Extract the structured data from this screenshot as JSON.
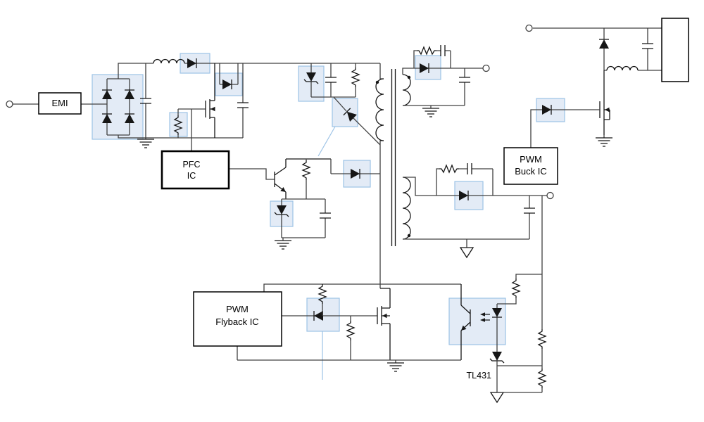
{
  "diagram": {
    "kind": "switch-mode-power-supply-schematic",
    "blocks": {
      "emi": {
        "label": "EMI"
      },
      "pfc_ic": {
        "line1": "PFC",
        "line2": "IC"
      },
      "pwm_flyback_ic": {
        "line1": "PWM",
        "line2": "Flyback IC"
      },
      "pwm_buck_ic": {
        "line1": "PWM",
        "line2": "Buck IC"
      }
    },
    "labels": {
      "tl431": "TL431"
    },
    "colors": {
      "wire": "#404040",
      "component": "#161616",
      "highlight_fill": "#dce6f4",
      "highlight_stroke": "#9dc3e6",
      "block_background": "#ffffff",
      "canvas_background": "#ffffff"
    },
    "highlighted_components": [
      "bridge-rectifier",
      "boost-diode",
      "bypass-diode",
      "current-sense-resistor",
      "tvs-clamp-zener",
      "clamp-diode",
      "aux-zener",
      "aux-rectifier-diode",
      "bias-rectifier-diode",
      "output-rectifier-diode",
      "gate-drive-diode",
      "optocoupler",
      "buck-gate-diode"
    ]
  }
}
